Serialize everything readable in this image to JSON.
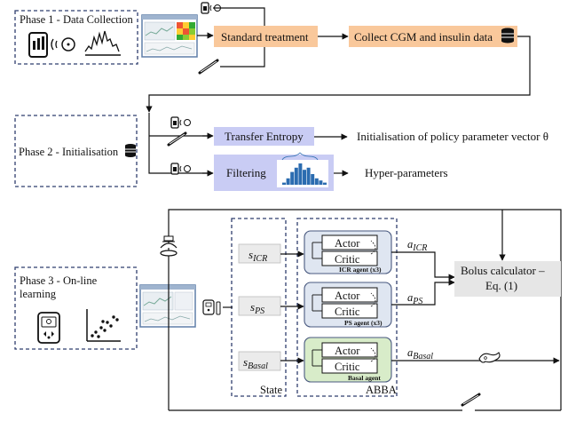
{
  "phase1": {
    "label": "Phase 1 - Data Collection"
  },
  "phase2": {
    "label": "Phase 2 - Initialisation"
  },
  "phase3": {
    "label_line1": "Phase 3 - On-line",
    "label_line2": "learning"
  },
  "boxes": {
    "standard_treatment": "Standard treatment",
    "collect_cgm": "Collect CGM and insulin data",
    "transfer_entropy": "Transfer Entropy",
    "init_policy": "Initialisation of policy parameter vector θ",
    "filtering": "Filtering",
    "hyper_parameters": "Hyper-parameters"
  },
  "states": {
    "s_icr_base": "s",
    "s_icr_sub": "ICR",
    "s_ps_base": "s",
    "s_ps_sub": "PS",
    "s_basal_base": "s",
    "s_basal_sub": "Basal",
    "state_label": "State"
  },
  "agents": {
    "actor": "Actor",
    "critic": "Critic",
    "icr_agent": "ICR agent (x3)",
    "ps_agent": "PS agent (x3)",
    "basal_agent": "Basal agent",
    "abba_label": "ABBA"
  },
  "actions": {
    "a_icr_base": "a",
    "a_icr_sub": "ICR",
    "a_ps_base": "a",
    "a_ps_sub": "PS",
    "a_basal_base": "a",
    "a_basal_sub": "Basal"
  },
  "bolus": {
    "line1": "Bolus calculator –",
    "line2": "Eq. (1)"
  },
  "colors": {
    "orange": "#f9c89b",
    "lavender": "#c9ccf4",
    "agent_blue": "#dfe6f1",
    "agent_green": "#d8ecc9",
    "dash_border": "#2f3e6e",
    "histogram": "#2b6cb0"
  },
  "histogram_values": [
    1,
    3,
    6,
    8,
    10,
    7,
    8,
    5,
    3,
    2,
    1
  ]
}
